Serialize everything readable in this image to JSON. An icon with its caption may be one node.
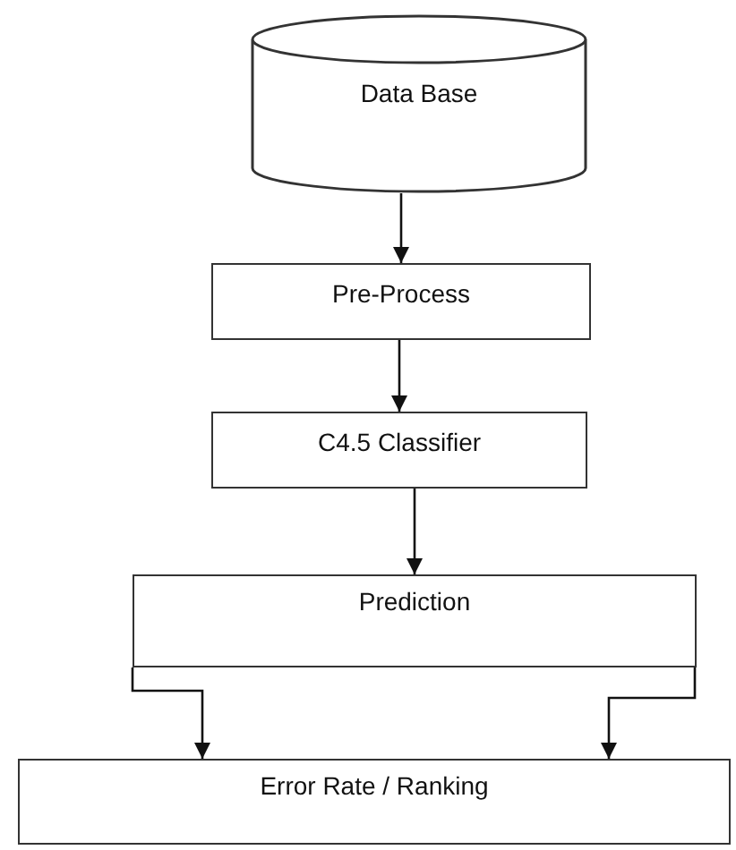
{
  "diagram": {
    "nodes": [
      {
        "text": [
          "Data Base"
        ]
      },
      {
        "text": [
          "Pre-Process"
        ]
      },
      {
        "text": [
          "C4.5 Classifier"
        ]
      },
      {
        "text": [
          "Prediction"
        ]
      },
      {
        "text": [
          "Error Rate / Ranking"
        ]
      }
    ],
    "edges": [
      {
        "from": 0,
        "to": 1,
        "arrow": "to"
      },
      {
        "from": 1,
        "to": 2,
        "arrow": "to"
      },
      {
        "from": 2,
        "to": 3,
        "arrow": "to"
      },
      {
        "from": 3,
        "to": 4,
        "arrow": "to"
      },
      {
        "from": 3,
        "to": 4,
        "arrow": "to"
      }
    ]
  }
}
